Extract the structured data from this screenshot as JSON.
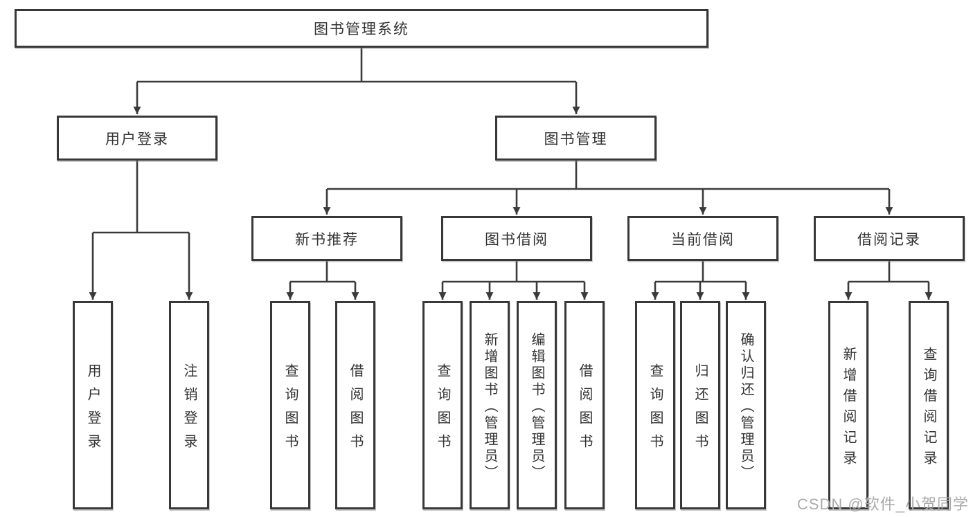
{
  "diagram": {
    "title": "图书管理系统",
    "root": {
      "label": "图书管理系统"
    },
    "branches": [
      {
        "label": "用户登录",
        "children": [
          {
            "label": "用户登录"
          },
          {
            "label": "注销登录"
          }
        ]
      },
      {
        "label": "图书管理",
        "sections": [
          {
            "label": "新书推荐",
            "children": [
              {
                "label": "查询图书"
              },
              {
                "label": "借阅图书"
              }
            ]
          },
          {
            "label": "图书借阅",
            "children": [
              {
                "label": "查询图书"
              },
              {
                "label": "新增图书（管理员）"
              },
              {
                "label": "编辑图书（管理员）"
              },
              {
                "label": "借阅图书"
              }
            ]
          },
          {
            "label": "当前借阅",
            "children": [
              {
                "label": "查询图书"
              },
              {
                "label": "归还图书"
              },
              {
                "label": "确认归还（管理员）"
              }
            ]
          },
          {
            "label": "借阅记录",
            "children": [
              {
                "label": "新增借阅记录"
              },
              {
                "label": "查询借阅记录"
              }
            ]
          }
        ]
      }
    ]
  },
  "watermark": {
    "text": "CSDN @软件_小贺同学"
  },
  "colors": {
    "line": "#3a3a3a",
    "box_border": "#383838",
    "box_fill": "#ffffff",
    "text": "#333333",
    "watermark": "#ababab",
    "background": "#ffffff"
  }
}
